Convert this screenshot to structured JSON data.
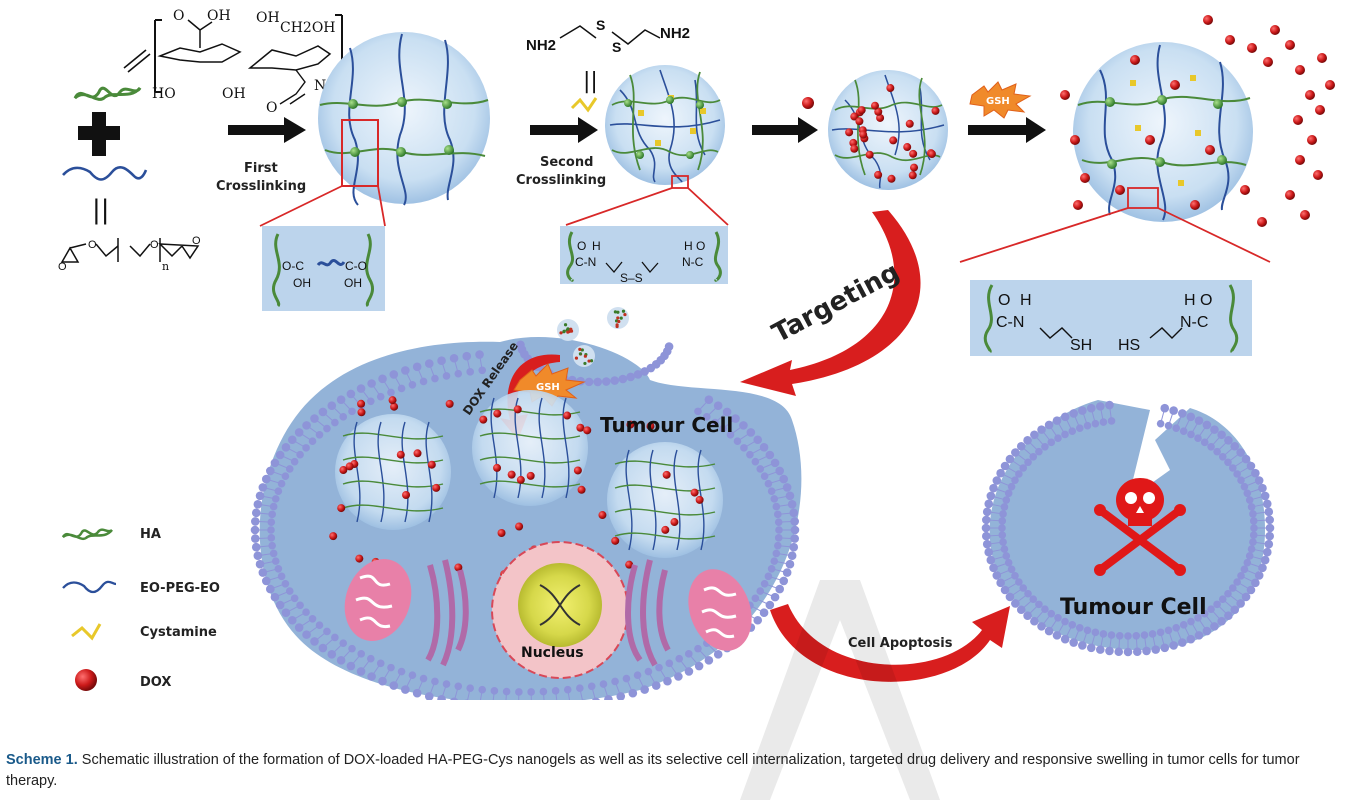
{
  "figure": {
    "chemistry": {
      "ha_structure": {
        "groups": [
          "O",
          "OH",
          "OH",
          "CH2OH",
          "HO",
          "OH",
          "NH",
          "O",
          "n"
        ]
      },
      "peg_structure": {
        "subscript": "n"
      },
      "cystamine_structure": {
        "left": "NH2",
        "right": "NH2",
        "s1": "S",
        "s2": "S"
      },
      "equals_sign": "||"
    },
    "steps": {
      "first_crosslinking": [
        "First",
        "Crosslinking"
      ],
      "second_crosslinking": [
        "Second",
        "Crosslinking"
      ],
      "targeting": "Targeting",
      "dox_release": "DOX Release",
      "cell_apoptosis": "Cell Apoptosis"
    },
    "triggers": {
      "gsh_top": "GSH",
      "gsh_cell": "GSH"
    },
    "cells": {
      "tumour_cell_1": "Tumour Cell",
      "tumour_cell_2": "Tumour Cell",
      "nucleus": "Nucleus"
    },
    "insets": {
      "inset1": {
        "left": "O-C",
        "left_sub": "OH",
        "right": "C-O",
        "right_sub": "OH"
      },
      "inset2": {
        "o1": "O",
        "h1": "H",
        "c1": "C-N",
        "s": "S–S",
        "h2": "H",
        "o2": "O",
        "c2": "N-C"
      },
      "inset3": {
        "o1": "O",
        "h1": "H",
        "c1": "C-N",
        "sh1": "SH",
        "sh2": "HS",
        "h2": "H",
        "o2": "O",
        "c2": "N-C"
      }
    },
    "legend": [
      {
        "label": "HA",
        "icon": "ha-chain-icon",
        "color": "#4a8a3a"
      },
      {
        "label": "EO-PEG-EO",
        "icon": "peg-chain-icon",
        "color": "#2b4f9a"
      },
      {
        "label": "Cystamine",
        "icon": "cystamine-icon",
        "color": "#e8c82a"
      },
      {
        "label": "DOX",
        "icon": "dox-sphere-icon",
        "color": "#c81818"
      }
    ],
    "colors": {
      "ha": "#4a8a3a",
      "peg": "#2b4f9a",
      "cys": "#e8c82a",
      "dox": "#c81818",
      "gsh": "#f08a2a",
      "membrane": "#8e94d8",
      "cytoplasm": "#93b3d8",
      "inset_bg": "#bcd4ec",
      "zoom_line": "#d82828",
      "arrow_red": "#d81e1e"
    }
  },
  "caption": {
    "label": "Scheme 1.",
    "text": " Schematic illustration of the formation of DOX-loaded HA-PEG-Cys nanogels as well as its selective cell internalization, targeted drug delivery and responsive swelling in tumor cells for tumor therapy."
  }
}
